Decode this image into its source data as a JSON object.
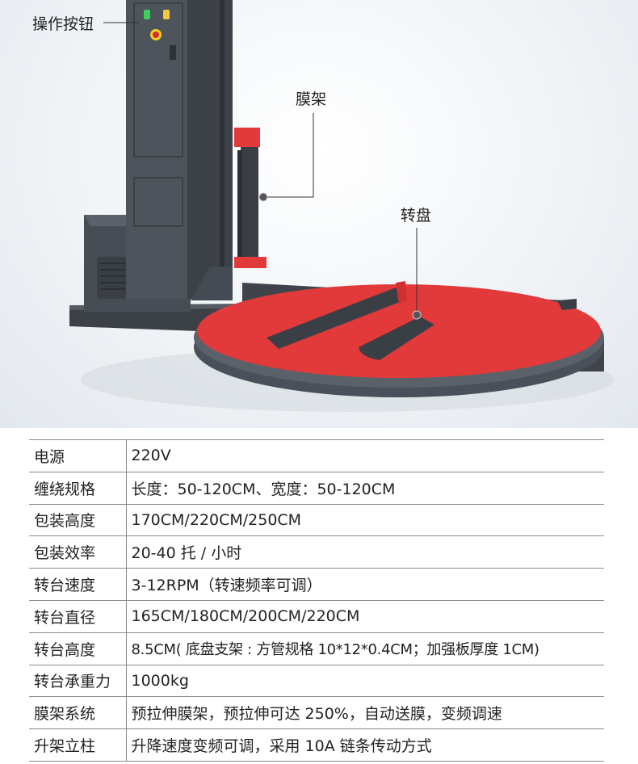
{
  "callouts": {
    "buttons": "操作按钮",
    "film_frame": "膜架",
    "turntable": "转盘"
  },
  "colors": {
    "machine_gray": "#4a5059",
    "turntable_red": "#e23a3a",
    "table_border": "#8a8a8a"
  },
  "specs": [
    {
      "label": "电源",
      "value": "220V"
    },
    {
      "label": "缠绕规格",
      "value": "长度：50-120CM、宽度：50-120CM"
    },
    {
      "label": "包装高度",
      "value": "170CM/220CM/250CM"
    },
    {
      "label": "包装效率",
      "value": "20-40 托 / 小时"
    },
    {
      "label": "转台速度",
      "value": "3-12RPM（转速频率可调）"
    },
    {
      "label": "转台直径",
      "value": "165CM/180CM/200CM/220CM"
    },
    {
      "label": "转台高度",
      "value": "8.5CM( 底盘支架 : 方管规格 10*12*0.4CM；加强板厚度 1CM)"
    },
    {
      "label": "转台承重力",
      "value": "1000kg"
    },
    {
      "label": "膜架系统",
      "value": "预拉伸膜架，预拉伸可达 250%，自动送膜，变频调速"
    },
    {
      "label": "升架立柱",
      "value": "升降速度变频可调，采用 10A 链条传动方式"
    }
  ]
}
